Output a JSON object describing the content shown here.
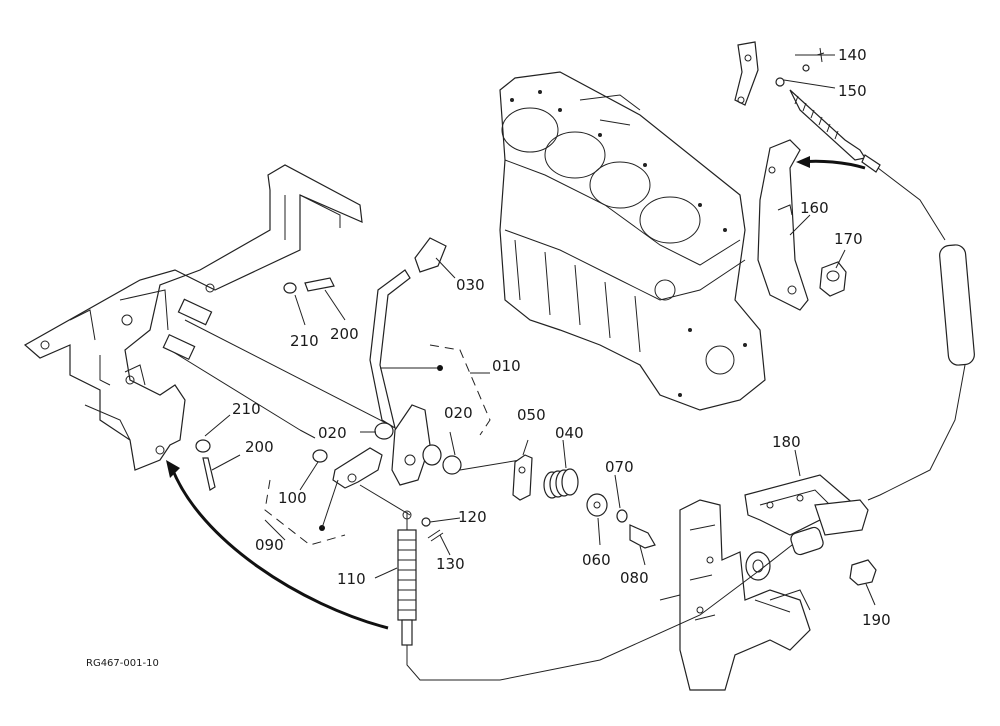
{
  "diagram": {
    "code": "RG467-001-10",
    "part_labels": {
      "p010": "010",
      "p020a": "020",
      "p020b": "020",
      "p030": "030",
      "p040": "040",
      "p050": "050",
      "p060": "060",
      "p070": "070",
      "p080": "080",
      "p090": "090",
      "p100": "100",
      "p110": "110",
      "p120": "120",
      "p130": "130",
      "p140": "140",
      "p150": "150",
      "p160": "160",
      "p170": "170",
      "p180": "180",
      "p190": "190",
      "p200a": "200",
      "p200b": "200",
      "p210a": "210",
      "p210b": "210"
    }
  }
}
